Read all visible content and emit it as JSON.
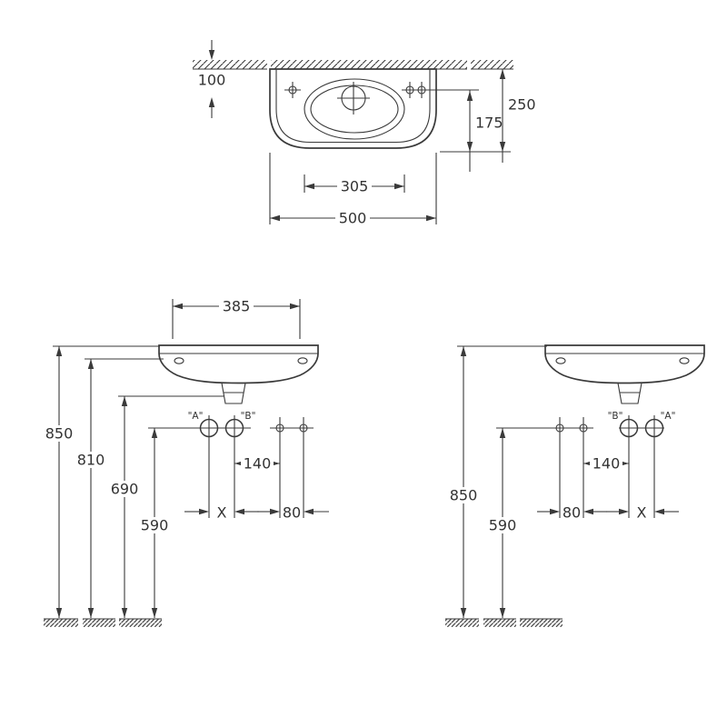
{
  "colors": {
    "line": "#3a3a3a",
    "background": "#ffffff"
  },
  "views": {
    "top": {
      "dim_wall_offset": "100",
      "dim_depth_total": "250",
      "dim_depth_front": "175",
      "dim_basin_width": "305",
      "dim_width_total": "500"
    },
    "front_left": {
      "dim_deck_width": "385",
      "dim_height_rim": "850",
      "dim_height_underside": "810",
      "dim_height_outlet": "690",
      "dim_height_connection": "590",
      "dim_spacing_140": "140",
      "dim_spacing_x": "X",
      "dim_spacing_80": "80",
      "label_hole_a": "\"A\"",
      "label_hole_b": "\"B\""
    },
    "front_right": {
      "dim_height_rim": "850",
      "dim_height_connection": "590",
      "dim_spacing_140": "140",
      "dim_spacing_80": "80",
      "dim_spacing_x": "X",
      "label_hole_a": "\"A\"",
      "label_hole_b": "\"B\""
    }
  }
}
